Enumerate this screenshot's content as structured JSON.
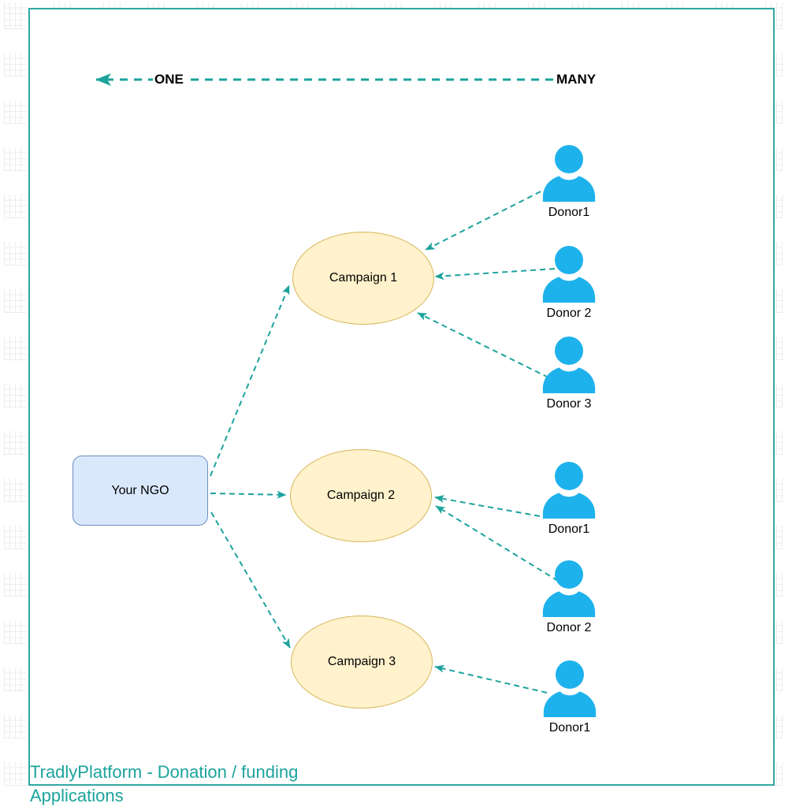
{
  "colors": {
    "teal": "#1BA39C",
    "border_teal": "#2FA8A3",
    "donor_cyan": "#1EB2EC",
    "ellipse_fill": "#FFF2CC",
    "ellipse_stroke": "#D6B656",
    "ngo_fill": "#DAE8FC",
    "ngo_stroke": "#6C8EBF",
    "text": "#000000"
  },
  "axis": {
    "one": "ONE",
    "many": "MANY"
  },
  "nodes": {
    "ngo": {
      "label": "Your NGO"
    },
    "campaigns": [
      {
        "label": "Campaign 1"
      },
      {
        "label": "Campaign 2"
      },
      {
        "label": "Campaign 3"
      }
    ],
    "donors": [
      {
        "label": "Donor1",
        "linked_to": "Campaign 1"
      },
      {
        "label": "Donor 2",
        "linked_to": "Campaign 1"
      },
      {
        "label": "Donor 3",
        "linked_to": "Campaign 1"
      },
      {
        "label": "Donor1",
        "linked_to": "Campaign 2"
      },
      {
        "label": "Donor 2",
        "linked_to": "Campaign 2"
      },
      {
        "label": "Donor1",
        "linked_to": "Campaign 3"
      }
    ]
  },
  "caption": "TradlyPlatform - Donation / funding Applications"
}
